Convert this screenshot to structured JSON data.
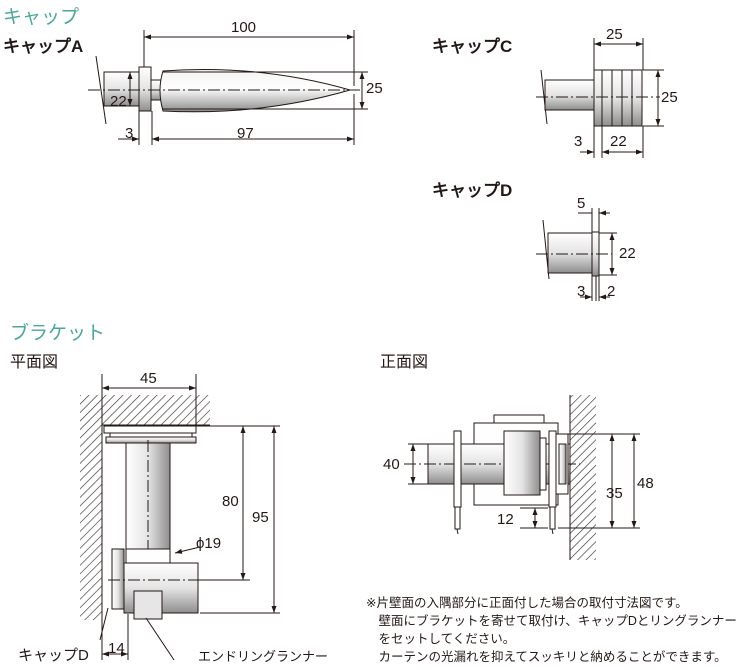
{
  "section_cap": "キャップ",
  "cap_a": {
    "label": "キャップA",
    "dims": {
      "total": "100",
      "body": "97",
      "dia": "25",
      "rod": "22",
      "collar": "3"
    }
  },
  "cap_c": {
    "label": "キャップC",
    "dims": {
      "width": "25",
      "height": "25",
      "body": "22",
      "collar": "3"
    }
  },
  "cap_d": {
    "label": "キャップD",
    "dims": {
      "width": "5",
      "height": "22",
      "collar": "3",
      "thick": "2"
    }
  },
  "section_bracket": "ブラケット",
  "plan": {
    "label": "平面図",
    "dims": {
      "width": "45",
      "depth_inner": "80",
      "depth_outer": "95",
      "dia": "ϕ19",
      "offset": "14"
    },
    "callouts": {
      "cap_d": "キャップD",
      "runner": "エンドリングランナー"
    }
  },
  "front": {
    "label": "正面図",
    "dims": {
      "height": "40",
      "right_inner": "35",
      "right_outer": "48",
      "gap": "12"
    }
  },
  "notes": [
    "※片壁面の入隅部分に正面付した場合の取付寸法図です。",
    "　壁面にブラケットを寄せて取付け、キャップDとリングランナー",
    "　をセットしてください。",
    "　カーテンの光漏れを抑えてスッキリと納めることができます。"
  ]
}
